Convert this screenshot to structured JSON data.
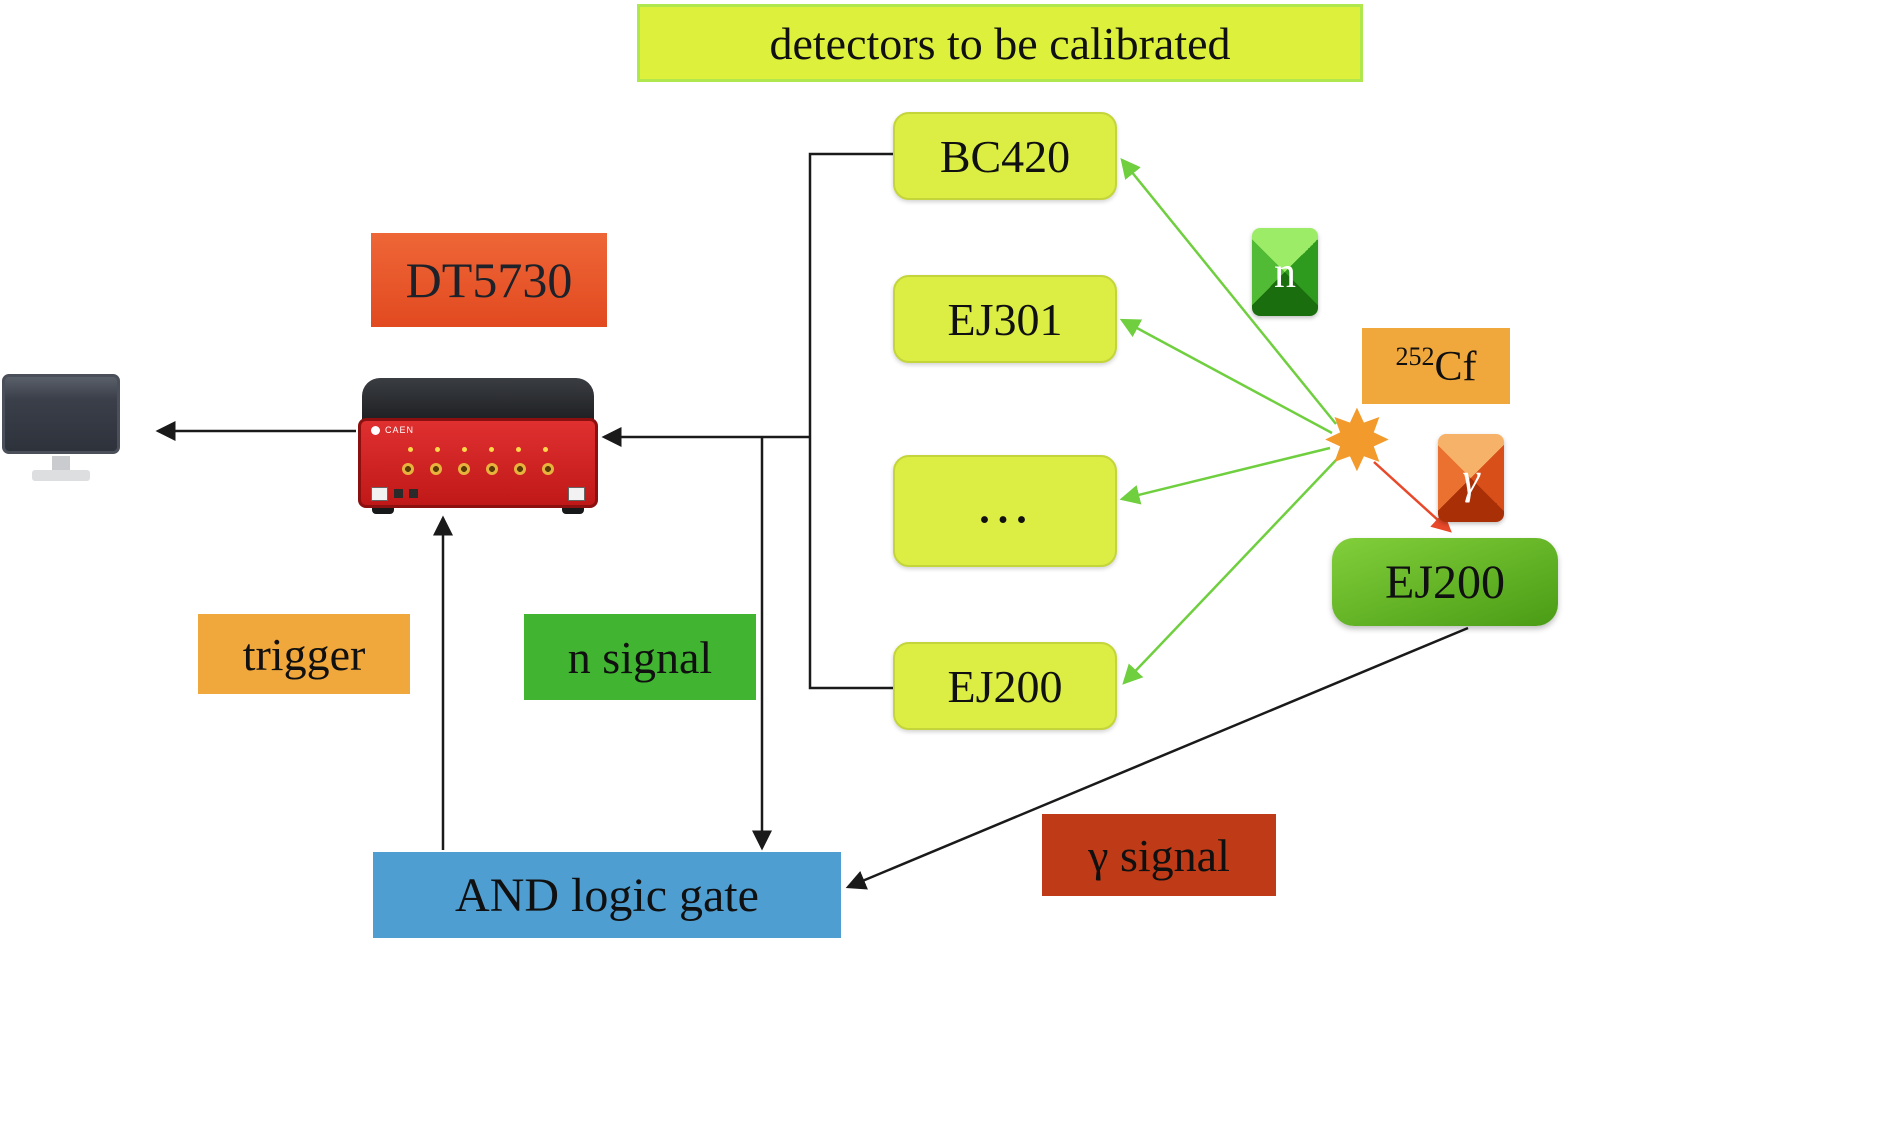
{
  "title": "detectors to be calibrated",
  "detectors": [
    "BC420",
    "EJ301",
    "...",
    "EJ200"
  ],
  "digitizer_label": "DT5730",
  "device": {
    "brand": "CAEN"
  },
  "signals": {
    "trigger": "trigger",
    "n_signal": "n signal",
    "and_gate": "AND logic gate",
    "gamma_signal": "γ signal"
  },
  "source": {
    "superscript": "252",
    "name": "Cf"
  },
  "particles": {
    "neutron": "n",
    "gamma": "γ"
  },
  "reference_detector": "EJ200",
  "icons": {
    "sun": "✸"
  },
  "colors": {
    "title_bg": "#ddf13c",
    "detector_bg": "#dcee44",
    "digitizer_bg": "#e8512c",
    "trigger_bg": "#f0a83c",
    "n_signal_bg": "#41b532",
    "and_gate_bg": "#4f9ed2",
    "gamma_signal_bg": "#bf3a16",
    "source_bg": "#f0a83c",
    "reference_bg": "#5eb524",
    "arrow_black": "#1a1a1a",
    "arrow_green": "#6fcf3f",
    "arrow_red": "#e8492a"
  }
}
